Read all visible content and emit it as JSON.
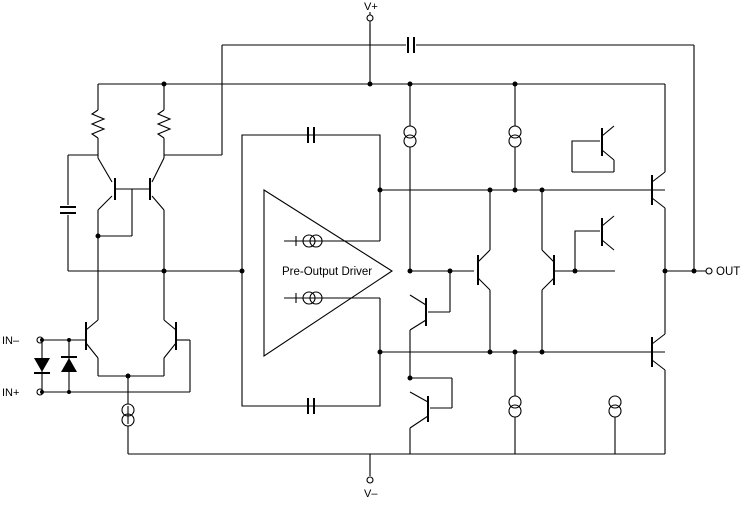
{
  "labels": {
    "v_plus": "V+",
    "v_minus": "V–",
    "in_minus": "IN–",
    "in_plus": "IN+",
    "out": "OUT",
    "driver": "Pre-Output Driver"
  }
}
